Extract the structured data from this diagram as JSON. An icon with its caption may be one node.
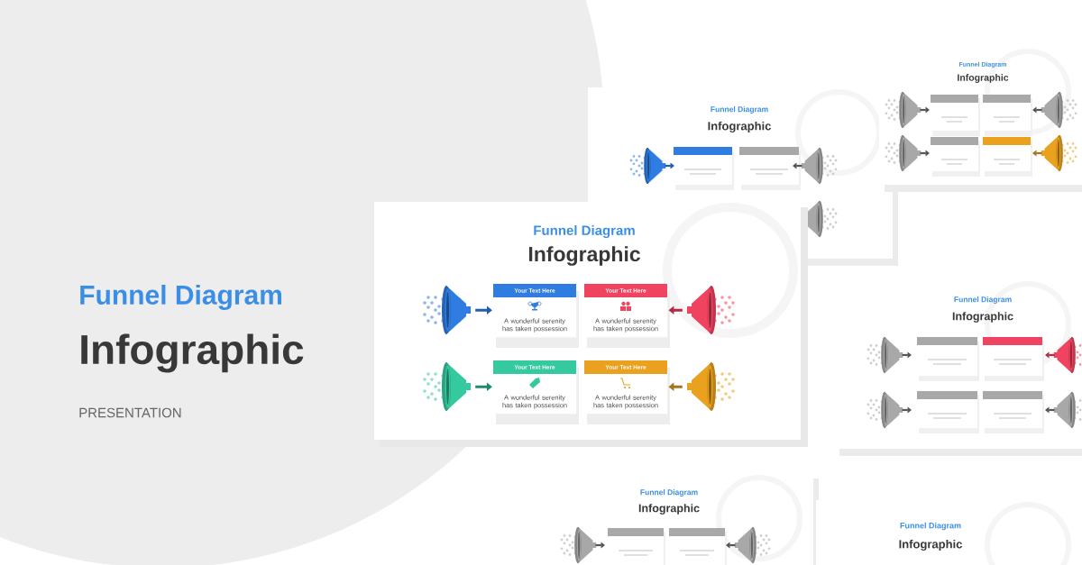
{
  "diagram": {
    "nodes": [
      {
        "text": [
          "Your Text Here",
          "A wonderful serenity has taken possession"
        ]
      },
      {
        "text": [
          "Your Text Here",
          "A wonderful serenity has taken possession"
        ]
      },
      {
        "text": [
          "Your Text Here",
          "A wonderful serenity has taken possession"
        ]
      },
      {
        "text": [
          "Your Text Here",
          "A wonderful serenity has taken possession"
        ]
      },
      {
        "text": [],
        "shape": "picture"
      },
      {
        "text": [],
        "shape": "picture"
      },
      {
        "text": [],
        "shape": "picture"
      },
      {
        "text": [],
        "shape": "picture"
      }
    ],
    "edges": [
      {
        "from": 4,
        "to": 0,
        "arrow": "to",
        "color": "#1f5fae"
      },
      {
        "from": 5,
        "to": 1,
        "arrow": "to",
        "color": "#b52a45"
      },
      {
        "from": 6,
        "to": 2,
        "arrow": "to",
        "color": "#1f8a6d"
      },
      {
        "from": 7,
        "to": 3,
        "arrow": "to",
        "color": "#a8741a"
      }
    ],
    "labels": [
      "Funnel Diagram",
      "Infographic",
      "PRESENTATION",
      "Funnel Diagram",
      "Infographic",
      "Funnel Diagram",
      "Infographic",
      "Funnel Diagram",
      "Infographic",
      "Funnel Diagram",
      "Infographic",
      "Funnel Diagram",
      "Infographic",
      "Funnel Diagram",
      "Infographic"
    ]
  }
}
